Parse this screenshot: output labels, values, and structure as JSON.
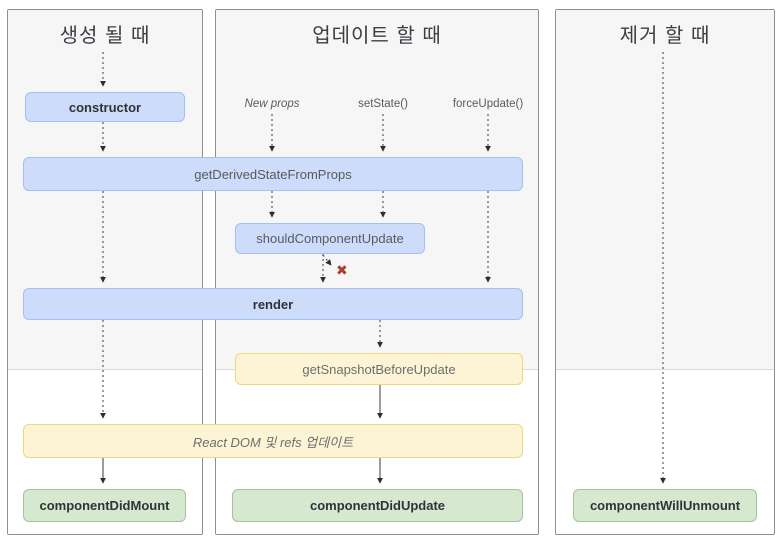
{
  "diagram": {
    "columns": [
      {
        "title": "생성 될 때"
      },
      {
        "title": "업데이트 할 때"
      },
      {
        "title": "제거 할 때"
      }
    ],
    "triggers": {
      "new_props": "New props",
      "set_state": "setState()",
      "force_update": "forceUpdate()"
    },
    "nodes": {
      "constructor": "constructor",
      "get_derived_state_from_props": "getDerivedStateFromProps",
      "should_component_update": "shouldComponentUpdate",
      "render": "render",
      "get_snapshot_before_update": "getSnapshotBeforeUpdate",
      "react_dom_update": "React DOM 및 refs 업데이트",
      "component_did_mount": "componentDidMount",
      "component_did_update": "componentDidUpdate",
      "component_will_unmount": "componentWillUnmount"
    },
    "icons": {
      "false_x": "✖"
    },
    "colors": {
      "class_box_fill": "#cddcfa",
      "class_box_border": "#a3c0f0",
      "side_effect_fill": "#fdf4d5",
      "side_effect_border": "#eed77c",
      "commit_fill": "#d7e8d1",
      "commit_border": "#9fc694",
      "false_x": "#a8402c",
      "panel_top_fill": "#f6f6f6",
      "panel_border": "#8f8f8f"
    }
  }
}
